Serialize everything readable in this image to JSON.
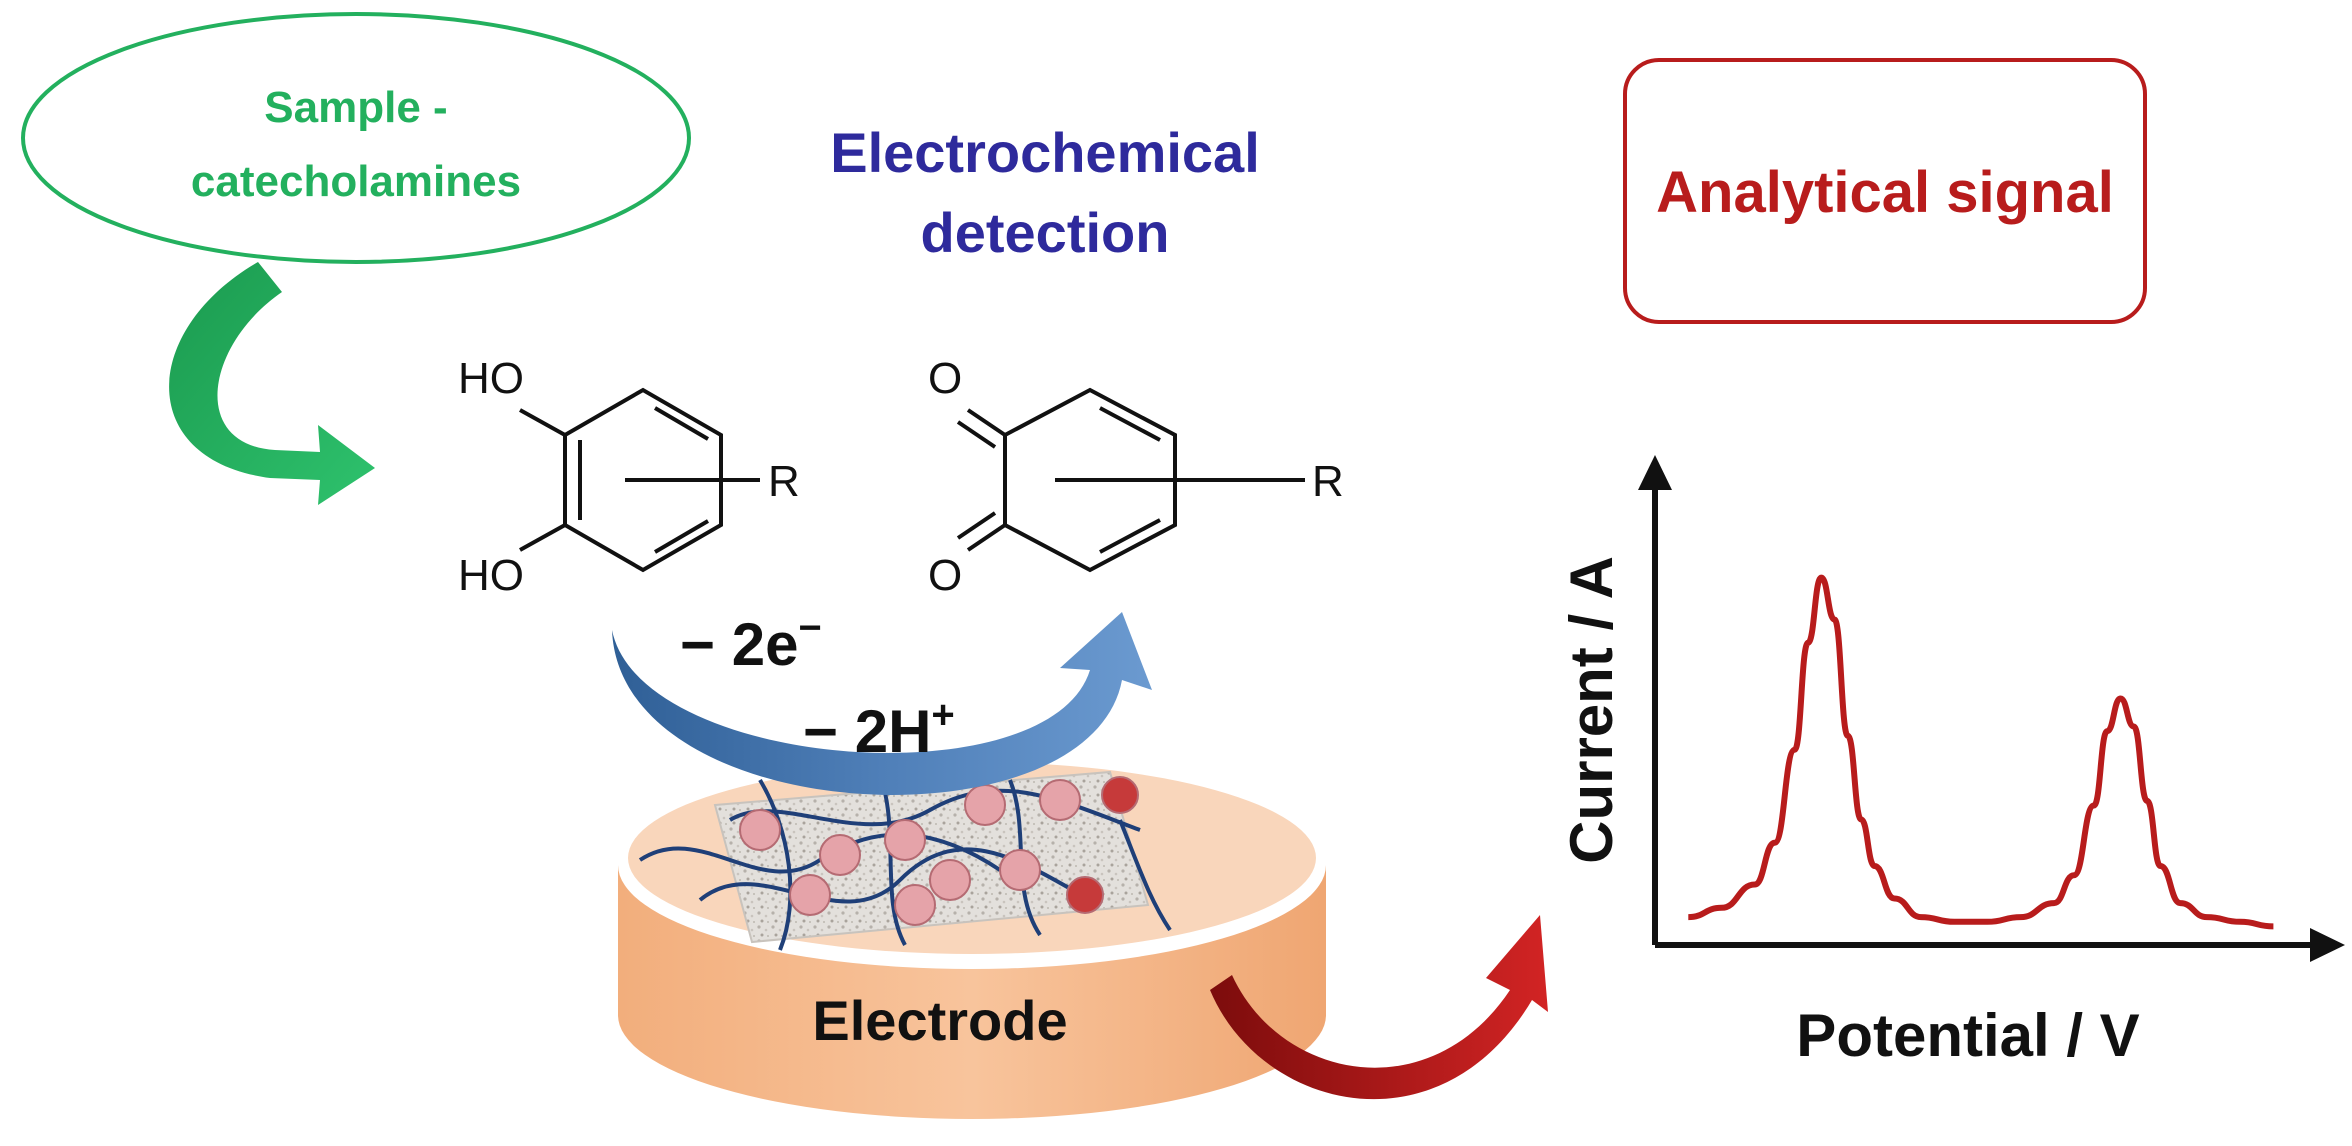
{
  "sample": {
    "line1": "Sample -",
    "line2": "catecholamines"
  },
  "detection": {
    "line1": "Electrochemical",
    "line2": "detection"
  },
  "signal": {
    "label": "Analytical signal"
  },
  "molecules": {
    "left": {
      "oh_top": "HO",
      "oh_bottom": "HO",
      "r": "R"
    },
    "right": {
      "o_top": "O",
      "o_bottom": "O",
      "r": "R"
    }
  },
  "reaction": {
    "electrons": {
      "prefix": "− 2e",
      "sup": "−"
    },
    "protons": {
      "prefix": "− 2H",
      "sup": "+"
    }
  },
  "electrode": {
    "label": "Electrode"
  },
  "plot": {
    "ylabel": "Current / A",
    "xlabel": "Potential / V"
  },
  "colors": {
    "green": "#23b05e",
    "blue_text": "#2e2a9c",
    "red": "#b81c1c",
    "arrow_blue": "#4f7fb8",
    "electrode": "#f7be92"
  },
  "chart_data": {
    "type": "line",
    "xlabel": "Potential / V",
    "ylabel": "Current / A",
    "xlim": [
      0,
      1
    ],
    "ylim": [
      0,
      1
    ],
    "grid": false,
    "series": [
      {
        "x": [
          0.05,
          0.1,
          0.15,
          0.18,
          0.21,
          0.23,
          0.25,
          0.27,
          0.29,
          0.31,
          0.33,
          0.36,
          0.4,
          0.45,
          0.5,
          0.55,
          0.6,
          0.63,
          0.66,
          0.68,
          0.7,
          0.72,
          0.74,
          0.76,
          0.79,
          0.83,
          0.88,
          0.93
        ],
        "y": [
          0.06,
          0.08,
          0.13,
          0.22,
          0.42,
          0.65,
          0.79,
          0.7,
          0.45,
          0.27,
          0.17,
          0.1,
          0.06,
          0.05,
          0.05,
          0.06,
          0.09,
          0.15,
          0.3,
          0.46,
          0.53,
          0.47,
          0.31,
          0.17,
          0.09,
          0.06,
          0.05,
          0.04
        ]
      }
    ]
  }
}
